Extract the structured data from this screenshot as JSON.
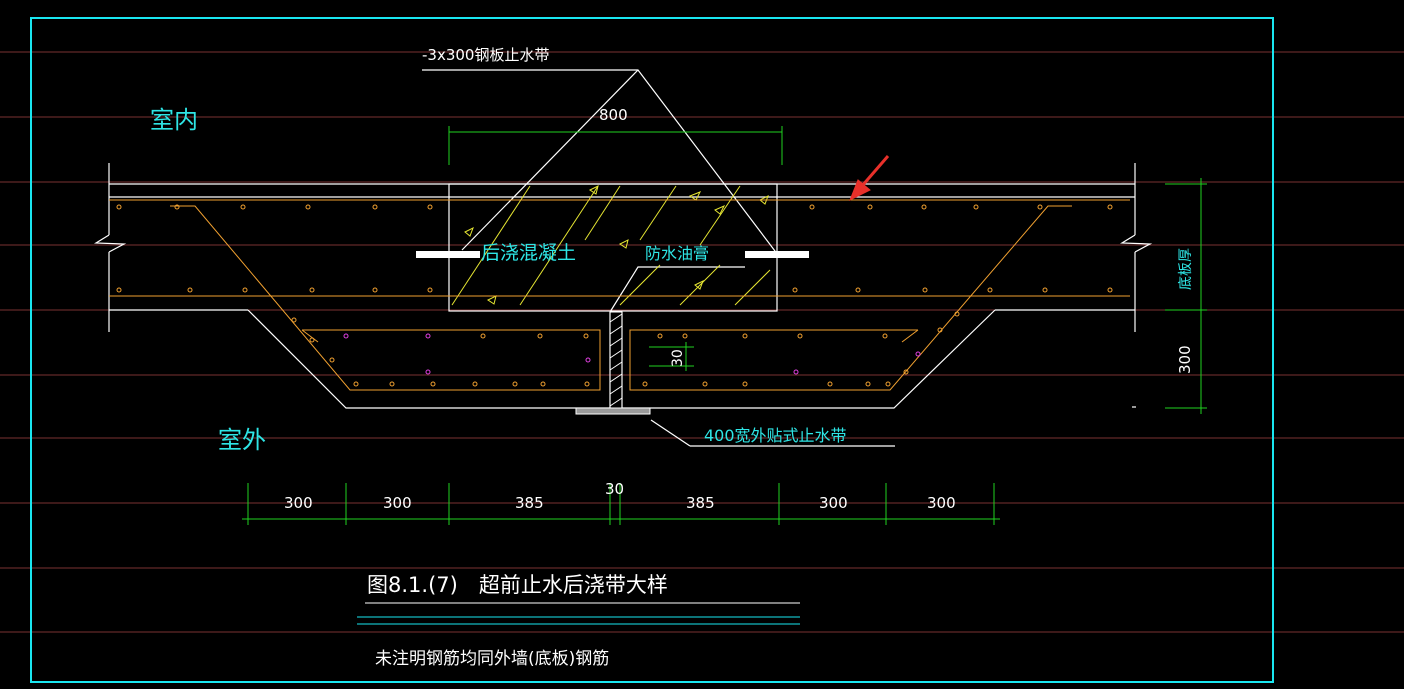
{
  "drawing": {
    "labels": {
      "waterstop_plate": "-3x300钢板止水带",
      "indoor": "室内",
      "outdoor": "室外",
      "post_pour_concrete": "后浇混凝土",
      "waterproof_paste": "防水油膏",
      "external_waterstop": "400宽外贴式止水带",
      "plate_thickness": "底板厚",
      "dim_top": "800",
      "dim_30_small": "30",
      "dim_right_300": "300"
    },
    "bottom_dimensions": [
      "300",
      "300",
      "385",
      "30",
      "385",
      "300",
      "300"
    ],
    "title": "图8.1.(7)　超前止水后浇带大样",
    "note": "未注明钢筋均同外墙(底板)钢筋"
  },
  "colors": {
    "background": "#000000",
    "frame": "#19E6F0",
    "grid": "#7A3232",
    "line_white": "#FFFFFF",
    "dimension": "#1FD21F",
    "rebar": "#F0A030",
    "hatch": "#E6E632",
    "text_cyan": "#2EE6E6",
    "magenta": "#E040E0",
    "arrow": "#E8302A"
  }
}
